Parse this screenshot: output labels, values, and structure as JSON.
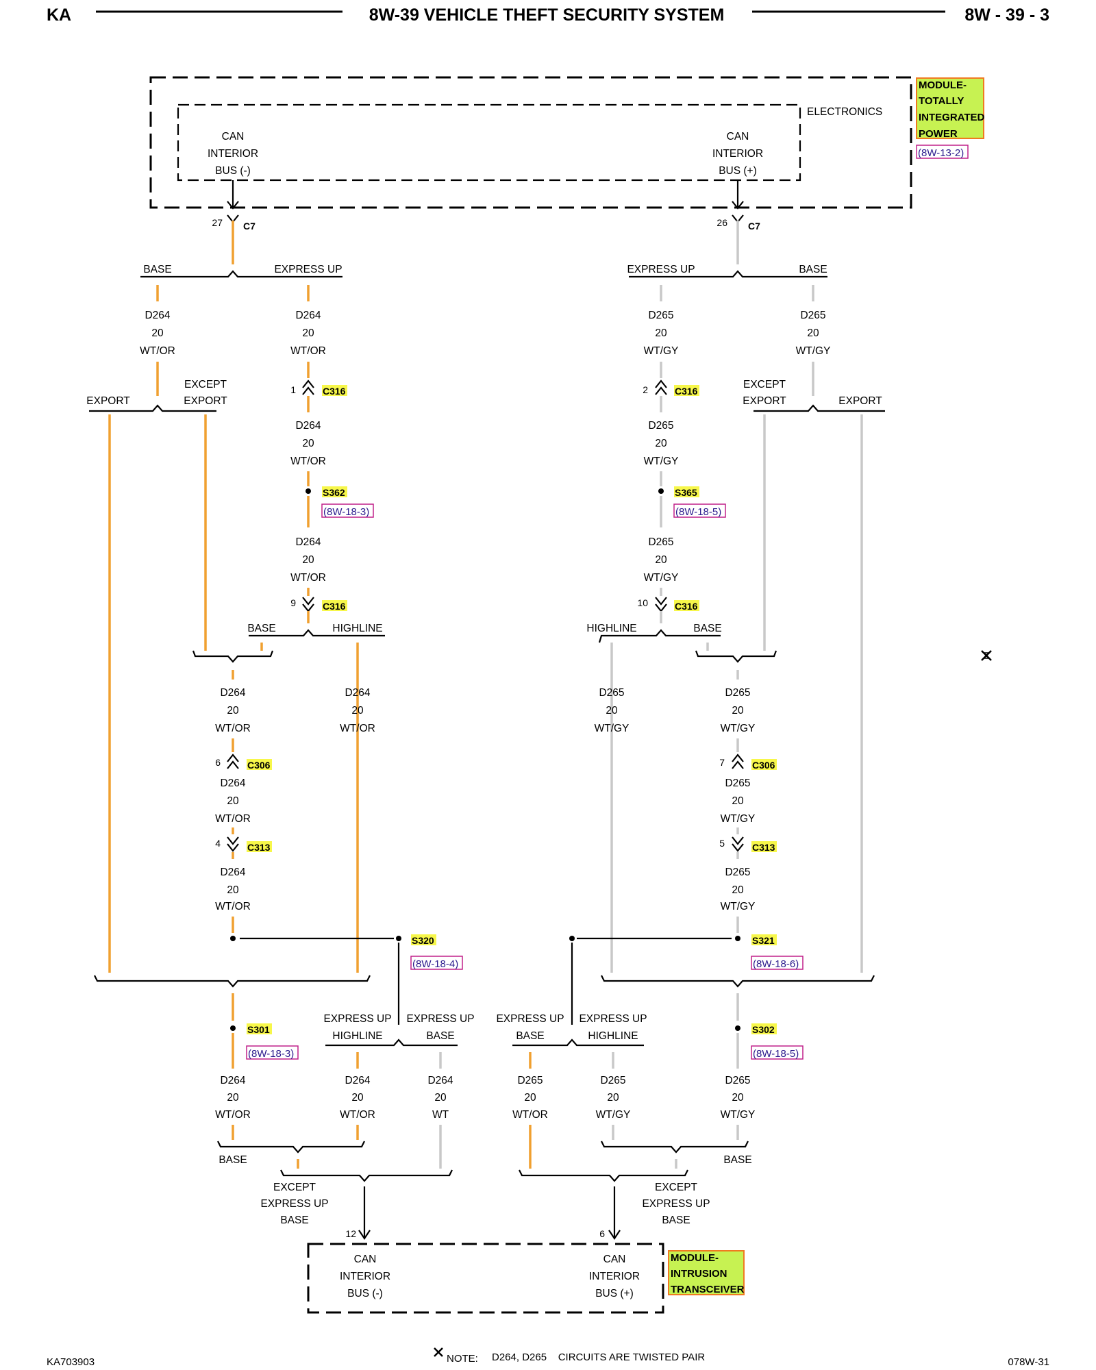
{
  "header": {
    "left": "KA",
    "title": "8W-39 VEHICLE THEFT SECURITY SYSTEM",
    "right": "8W - 39 - 3"
  },
  "modules": {
    "tipm": {
      "lines": [
        "MODULE-",
        "TOTALLY",
        "INTEGRATED",
        "POWER"
      ],
      "ref": "(8W-13-2)",
      "sub_label": "ELECTRONICS",
      "pin_left": [
        "CAN",
        "INTERIOR",
        "BUS (-)"
      ],
      "pin_right": [
        "CAN",
        "INTERIOR",
        "BUS (+)"
      ]
    },
    "itm": {
      "lines": [
        "MODULE-",
        "INTRUSION",
        "TRANSCEIVER"
      ],
      "pin_left": [
        "CAN",
        "INTERIOR",
        "BUS (-)"
      ],
      "pin_right": [
        "CAN",
        "INTERIOR",
        "BUS (+)"
      ]
    }
  },
  "connectors": {
    "c7": "C7",
    "c316": "C316",
    "c306": "C306",
    "c313": "C313"
  },
  "pins": {
    "p27": "27",
    "p26": "26",
    "p1": "1",
    "p2": "2",
    "p9": "9",
    "p10": "10",
    "p6": "6",
    "p7": "7",
    "p4": "4",
    "p5": "5",
    "p12": "12",
    "p6b": "6"
  },
  "splices": {
    "s362": "S362",
    "s362_ref": "(8W-18-3)",
    "s365": "S365",
    "s365_ref": "(8W-18-5)",
    "s320": "S320",
    "s320_ref": "(8W-18-4)",
    "s321": "S321",
    "s321_ref": "(8W-18-6)",
    "s301": "S301",
    "s301_ref": "(8W-18-3)",
    "s302": "S302",
    "s302_ref": "(8W-18-5)"
  },
  "wires": {
    "d264": "D264",
    "d265": "D265",
    "gauge": "20",
    "wtor": "WT/OR",
    "wtgy": "WT/GY",
    "wt": "WT"
  },
  "options": {
    "base": "BASE",
    "express_up": "EXPRESS UP",
    "export": "EXPORT",
    "except": "EXCEPT",
    "highline": "HIGHLINE"
  },
  "footer": {
    "code": "KA703903",
    "note_label": "NOTE:",
    "note_text": "D264, D265    CIRCUITS ARE TWISTED PAIR",
    "page_code": "078W-31"
  }
}
